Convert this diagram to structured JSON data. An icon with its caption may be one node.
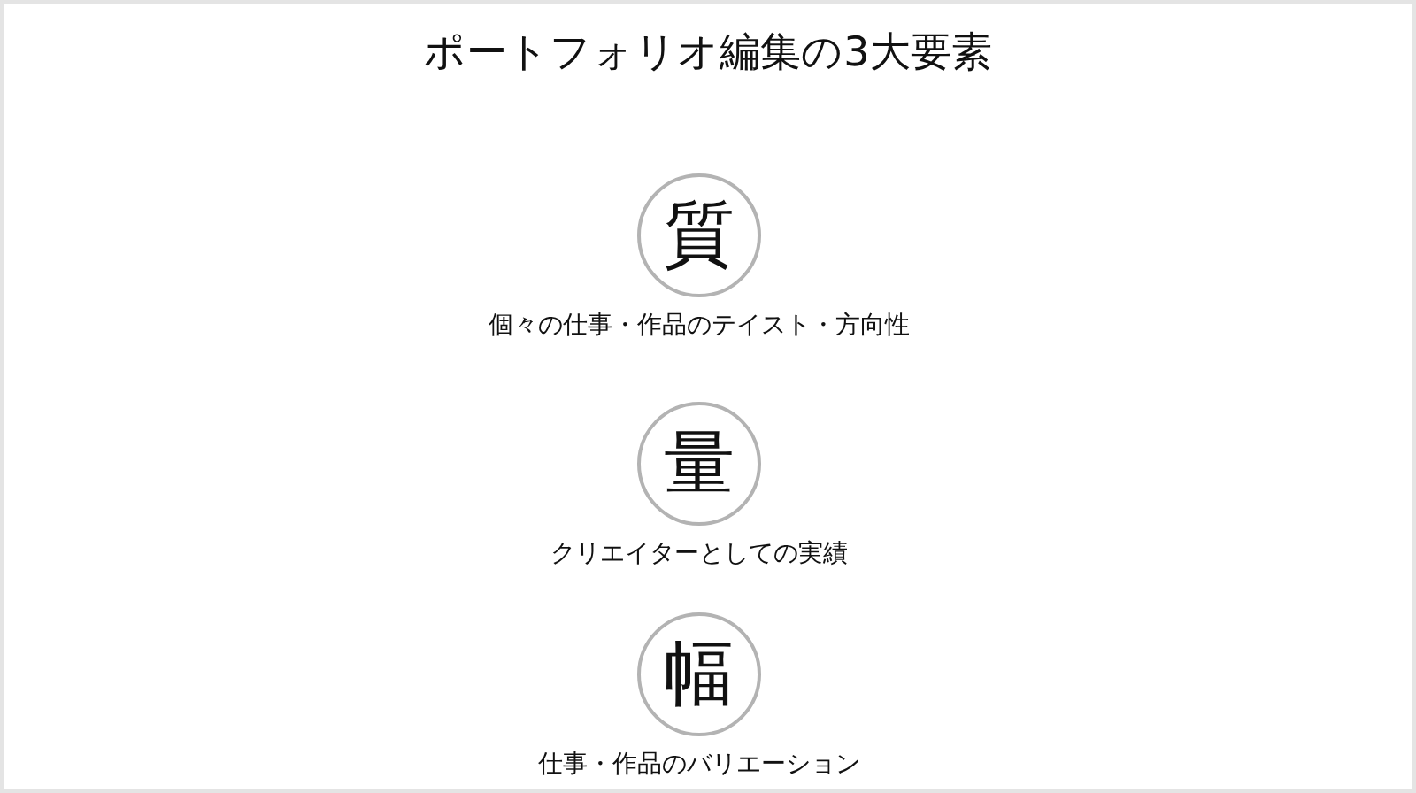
{
  "diagram": {
    "title": "ポートフォリオ編集の3大要素",
    "nodes": [
      {
        "text": [
          "質"
        ],
        "beside": [
          "個々の仕事・作品のテイスト・方向性"
        ]
      },
      {
        "text": [
          "量"
        ],
        "beside": [
          "クリエイターとしての実績"
        ]
      },
      {
        "text": [
          "幅"
        ],
        "beside": [
          "仕事・作品のバリエーション"
        ]
      }
    ]
  }
}
